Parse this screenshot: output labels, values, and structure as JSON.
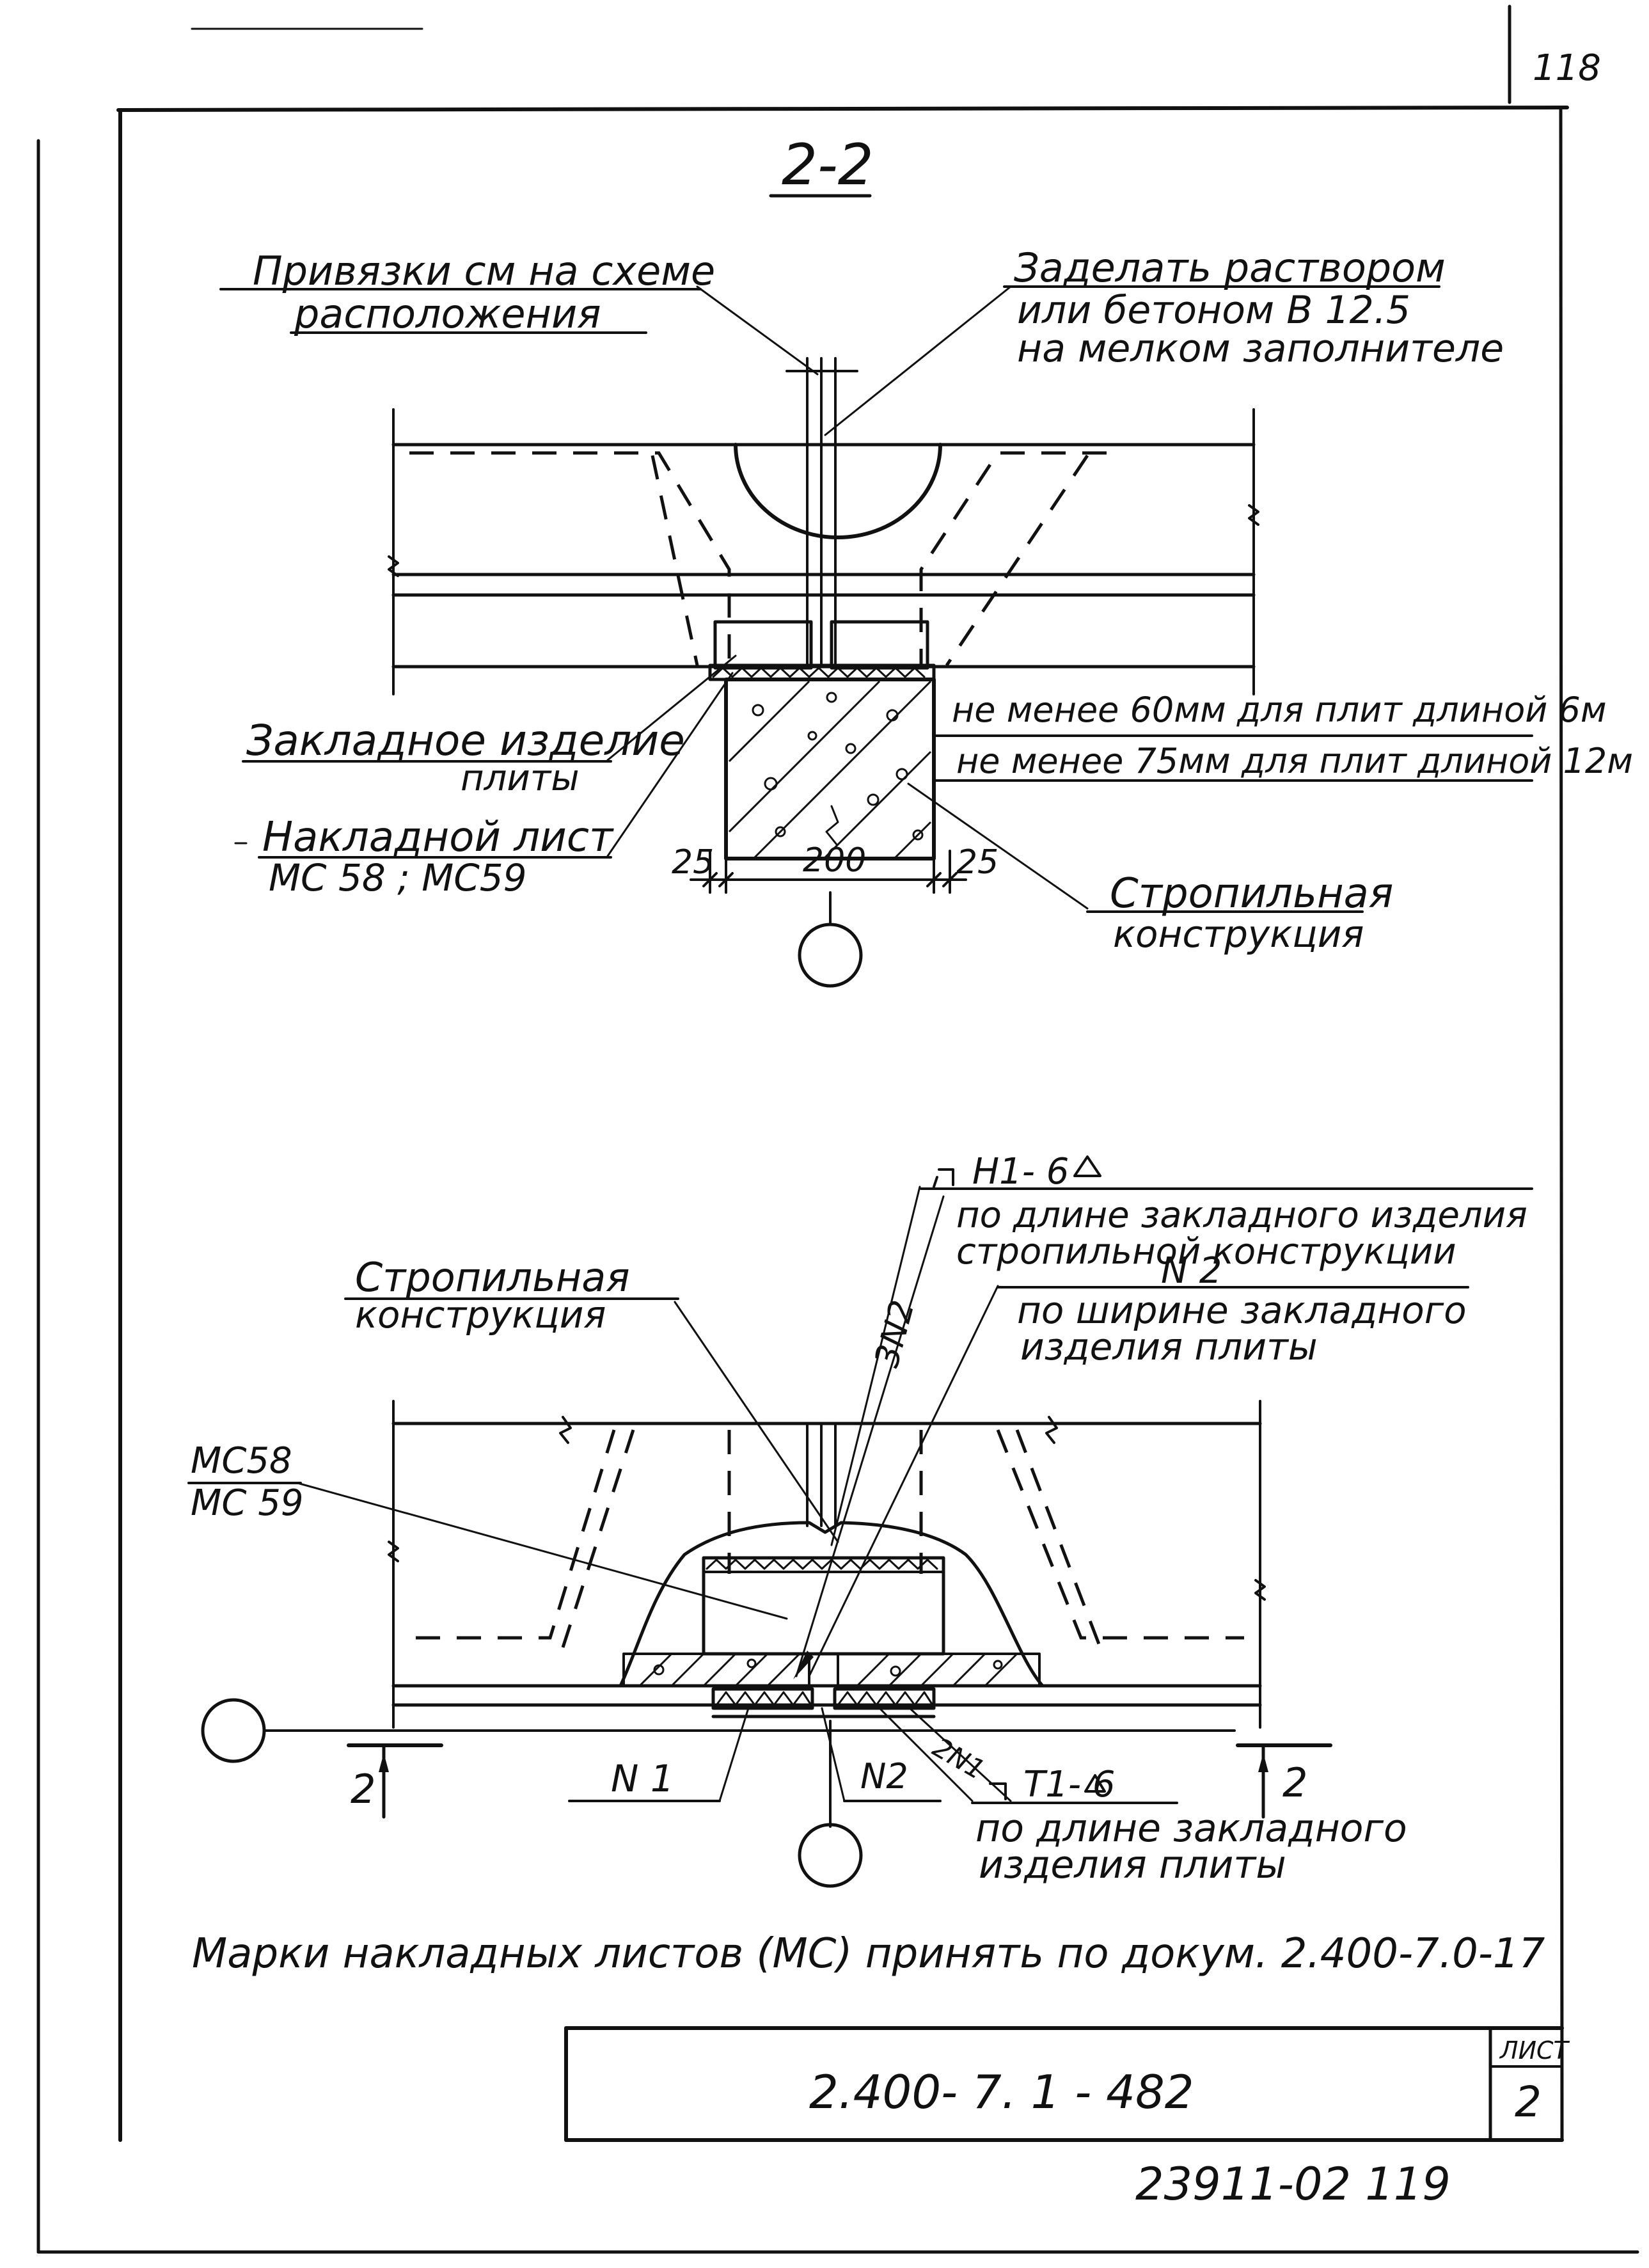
{
  "sheet": {
    "corner_page": "118",
    "section_title": "2-2",
    "bottom_number": "23911-02   119"
  },
  "section_2_2": {
    "binding_note": [
      "Привязки см на схеме",
      "расположения"
    ],
    "seal_note": [
      "Заделать раствором",
      "или бетоном  В 12.5",
      "на  мелком  заполнителе"
    ],
    "embedded_item": [
      "Закладное изделие",
      "плиты"
    ],
    "overlay_sheet": [
      "Накладной лист",
      "МС 58 ; МС59"
    ],
    "min_60": "не менее 60мм для плит длиной 6м",
    "min_75": "не менее 75мм для плит длиной 12м",
    "dim_left": "25",
    "dim_mid": "200",
    "dim_right": "25",
    "rafter": [
      "Стропильная",
      "конструкция"
    ]
  },
  "plan_view": {
    "weld_h1": "H1-  6",
    "weld_h1_note": [
      "по длине закладного изделия",
      "стропильной  конструкции"
    ],
    "n2_top": "N 2",
    "width_note": [
      "по ширине  закладного",
      "изделия  плиты"
    ],
    "rafter": [
      "Стропильная",
      "конструкция"
    ],
    "mc58": "МС58",
    "mc59": "МС 59",
    "leader_3n2": "3N2",
    "n1": "N 1",
    "n2_bottom": "N2",
    "leader_2n1": "2N1",
    "weld_t1": "T1-  6",
    "t1_note": [
      "по длине  закладного",
      "изделия  плиты"
    ],
    "cut_left": "2",
    "cut_right": "2"
  },
  "footnote": "Марки накладных листов (МС) принять по докум. 2.400-7.0-17",
  "title_block": {
    "code": "2.400- 7. 1 - 482",
    "sheet_label": "ЛИСТ",
    "sheet_number": "2"
  }
}
